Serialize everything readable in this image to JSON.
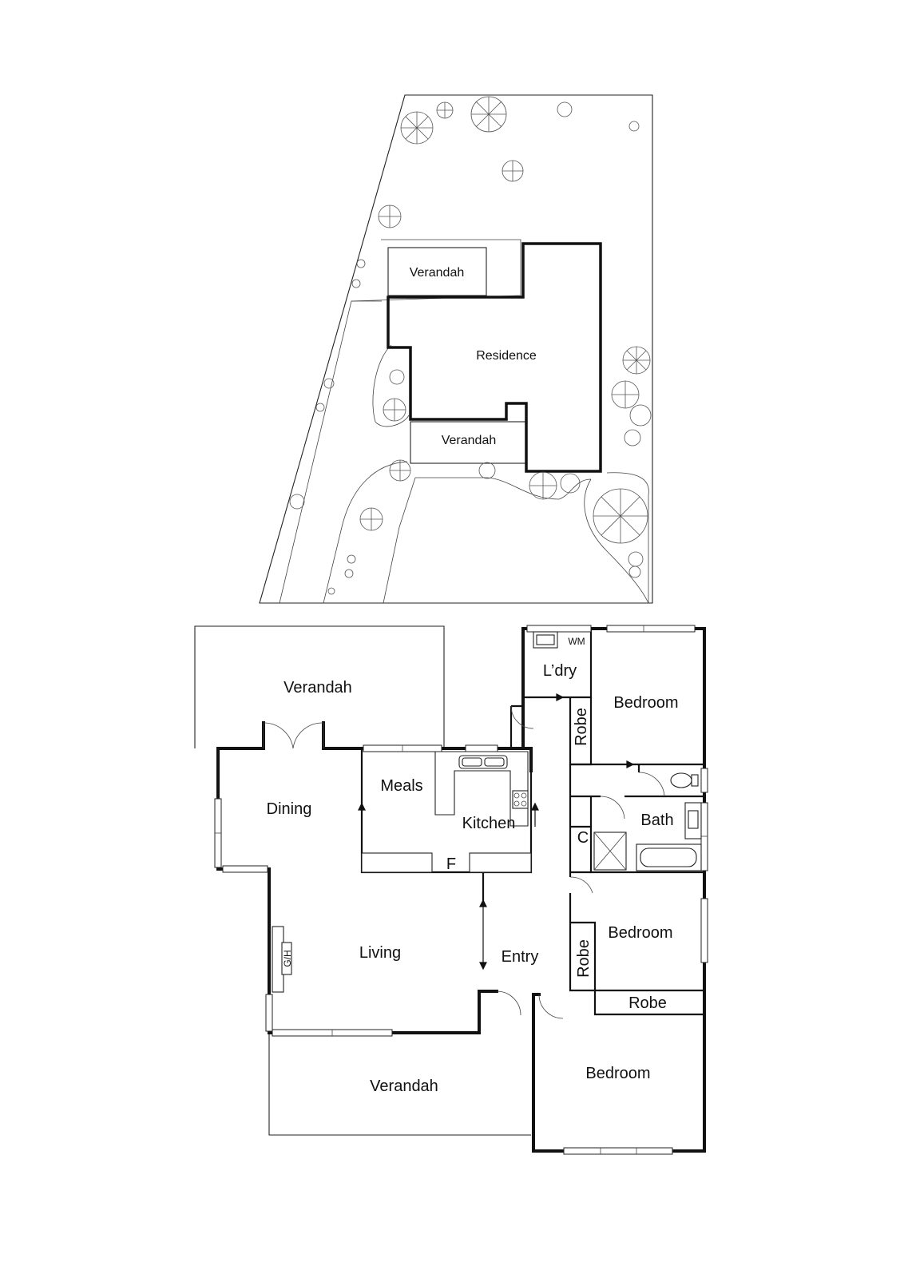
{
  "site_plan": {
    "labels": {
      "verandah_top": "Verandah",
      "residence": "Residence",
      "verandah_bottom": "Verandah"
    }
  },
  "floor_plan": {
    "rooms": {
      "verandah_rear": "Verandah",
      "dining": "Dining",
      "meals": "Meals",
      "kitchen": "Kitchen",
      "fridge": "F",
      "living": "Living",
      "gas_heater": "G/H",
      "entry": "Entry",
      "verandah_front": "Verandah",
      "laundry": "L’dry",
      "washing_machine": "WM",
      "bedroom_1": "Bedroom",
      "robe_1": "Robe",
      "bath": "Bath",
      "cupboard": "C",
      "bedroom_2": "Bedroom",
      "robe_2": "Robe",
      "robe_3": "Robe",
      "bedroom_3": "Bedroom"
    }
  }
}
